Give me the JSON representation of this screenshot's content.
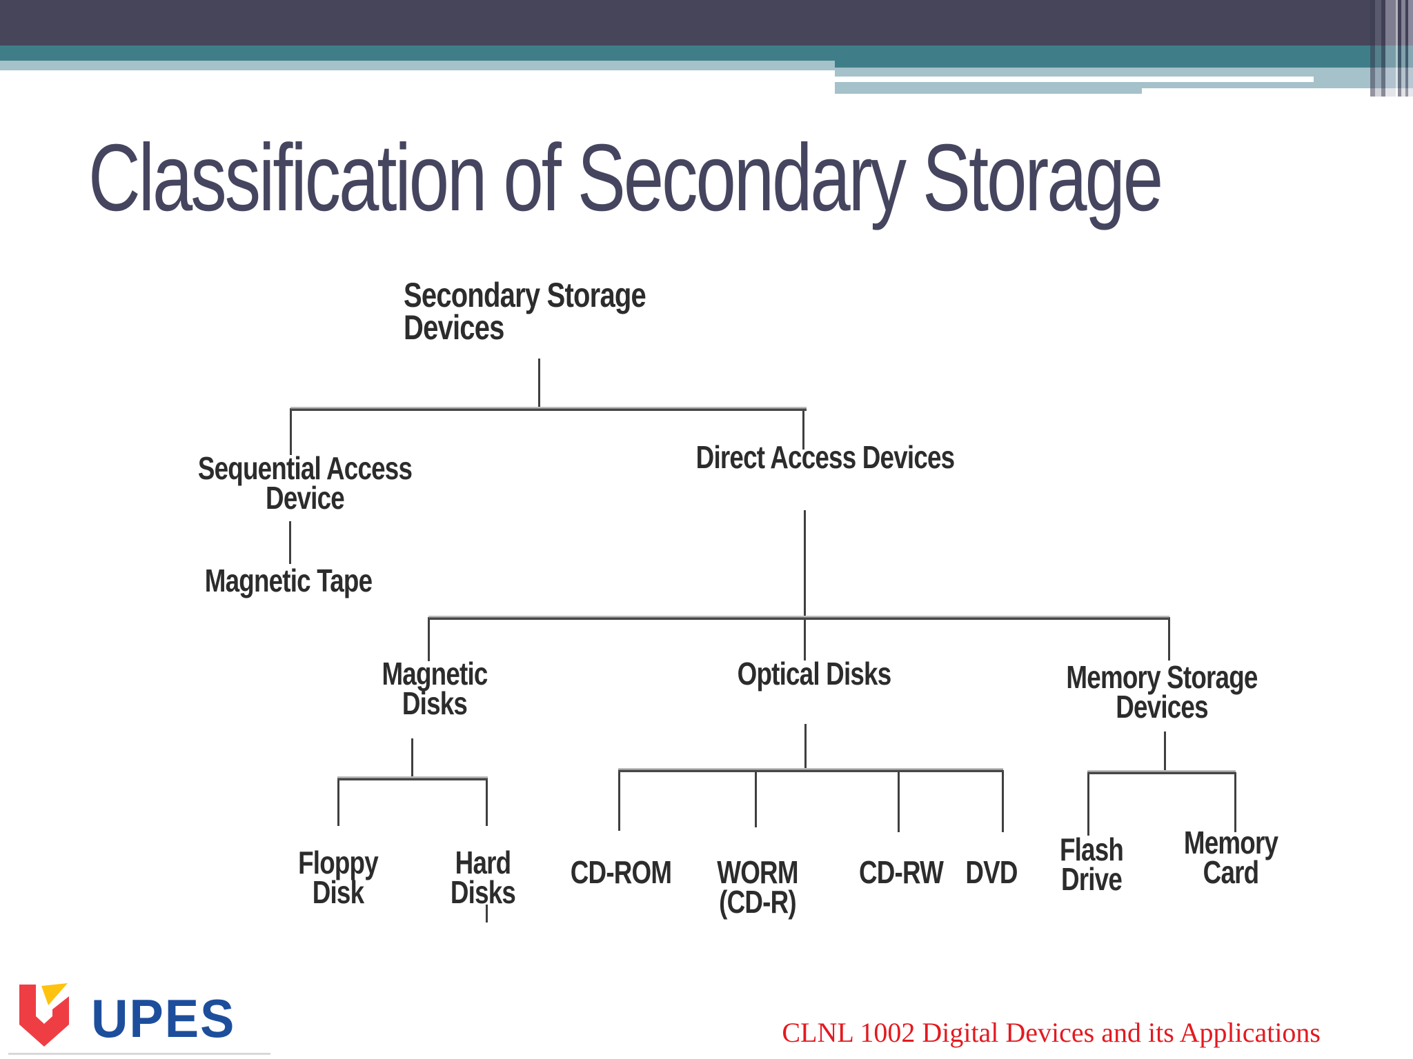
{
  "title": "Classification of Secondary Storage",
  "tree": {
    "root": "Secondary Storage\nDevices",
    "sequential": "Sequential Access\nDevice",
    "magnetic_tape": "Magnetic Tape",
    "direct": "Direct Access Devices",
    "magnetic_disks": "Magnetic\nDisks",
    "optical_disks": "Optical Disks",
    "memory_storage": "Memory Storage\nDevices",
    "floppy": "Floppy\nDisk",
    "hard": "Hard\nDisks",
    "cd_rom": "CD-ROM",
    "worm": "WORM\n(CD-R)",
    "cd_rw": "CD-RW",
    "dvd": "DVD",
    "flash": "Flash\nDrive",
    "memory_card": "Memory\nCard"
  },
  "footer": {
    "logo_text": "UPES",
    "course_label": "CLNL 1002 Digital Devices and its Applications"
  },
  "colors": {
    "header_dark": "#46455A",
    "header_teal": "#3F7E88",
    "header_light": "#A5C1CA",
    "title_text": "#45455F",
    "diagram_text": "#2C2C2C",
    "course_text": "#E21A20",
    "logo_blue": "#1D4E9C",
    "logo_red": "#EE3E44",
    "logo_yellow": "#FFC20E"
  }
}
